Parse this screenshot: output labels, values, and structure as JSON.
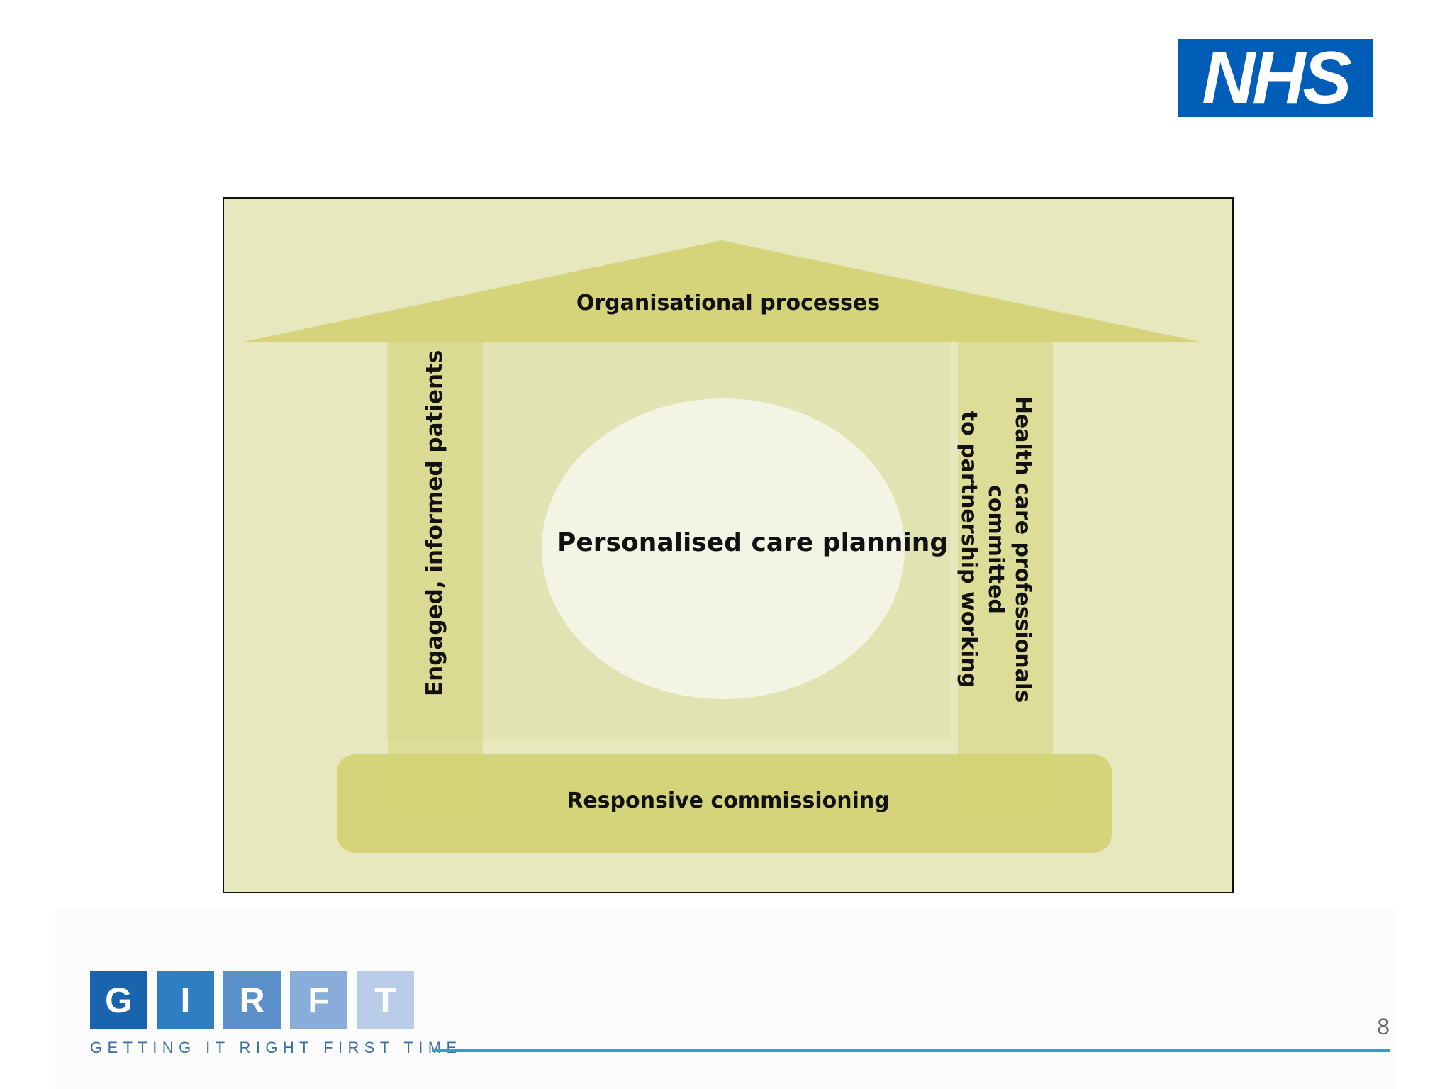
{
  "logo": {
    "nhs_text": "NHS",
    "nhs_color": "#005eb8"
  },
  "diagram": {
    "roof_label": "Organisational processes",
    "center_label": "Personalised care planning",
    "left_pillar_label": "Engaged, informed patients",
    "right_pillar_label_line1": "Health care professionals committed",
    "right_pillar_label_line2": "to partnership working",
    "base_label": "Responsive commissioning",
    "colors": {
      "background": "#e7e8bd",
      "shape": "#d3d272",
      "center": "#f4f4e4"
    }
  },
  "footer": {
    "girft_letters": [
      "G",
      "I",
      "R",
      "F",
      "T"
    ],
    "girft_colors": [
      "#1a64ad",
      "#2f7ec2",
      "#5b90c8",
      "#88add9",
      "#b9cde9"
    ],
    "girft_tagline": "GETTING IT RIGHT FIRST TIME",
    "rule_color": "#2ba3cf",
    "page_number": "8"
  }
}
